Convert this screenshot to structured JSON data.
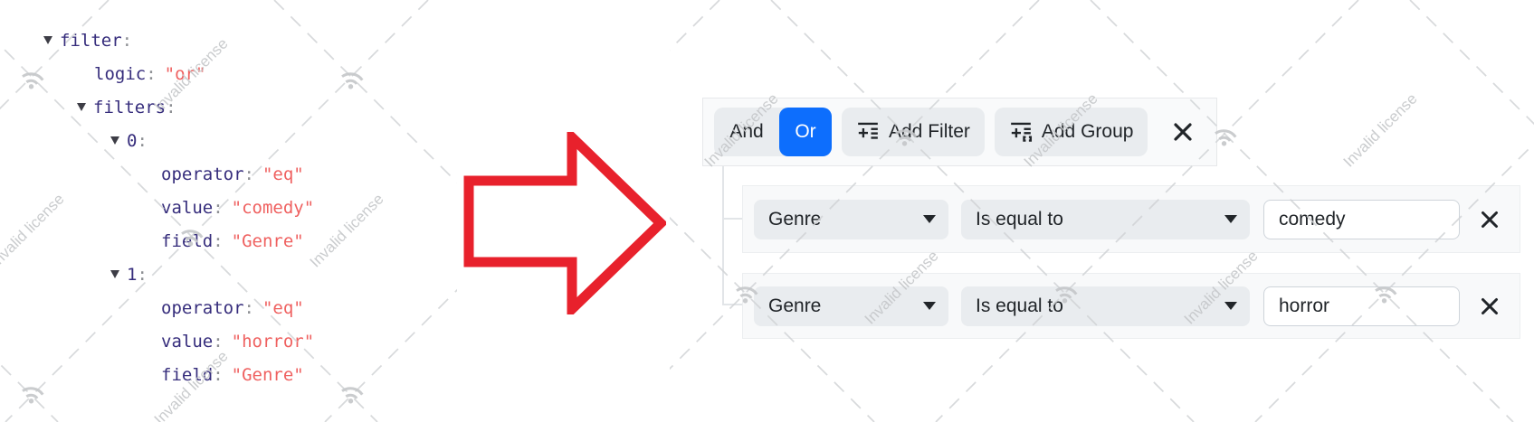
{
  "json_tree": {
    "rows": [
      {
        "indent": 0,
        "expandable": true,
        "key": "filter",
        "value": null
      },
      {
        "indent": 1,
        "expandable": false,
        "key": "logic",
        "value": "\"or\""
      },
      {
        "indent": 1,
        "expandable": true,
        "key": "filters",
        "value": null
      },
      {
        "indent": 2,
        "expandable": true,
        "key": "0",
        "value": null
      },
      {
        "indent": 3,
        "expandable": false,
        "key": "operator",
        "value": "\"eq\""
      },
      {
        "indent": 3,
        "expandable": false,
        "key": "value",
        "value": "\"comedy\""
      },
      {
        "indent": 3,
        "expandable": false,
        "key": "field",
        "value": "\"Genre\""
      },
      {
        "indent": 2,
        "expandable": true,
        "key": "1",
        "value": null
      },
      {
        "indent": 3,
        "expandable": false,
        "key": "operator",
        "value": "\"eq\""
      },
      {
        "indent": 3,
        "expandable": false,
        "key": "value",
        "value": "\"horror\""
      },
      {
        "indent": 3,
        "expandable": false,
        "key": "field",
        "value": "\"Genre\""
      }
    ]
  },
  "filter_builder": {
    "toolbar": {
      "and_label": "And",
      "or_label": "Or",
      "add_filter_label": "Add Filter",
      "add_group_label": "Add Group"
    },
    "logic_selected": "Or",
    "rows": [
      {
        "field": "Genre",
        "operator": "Is equal to",
        "value": "comedy"
      },
      {
        "field": "Genre",
        "operator": "Is equal to",
        "value": "horror"
      }
    ]
  },
  "watermark": {
    "text": "Invalid license"
  },
  "icons": {
    "toolbar": [
      "add-expression-icon",
      "add-group-icon",
      "close-icon"
    ],
    "row": [
      "caret-down-icon",
      "close-icon"
    ],
    "watermark": "rss-icon",
    "tree": "collapse-triangle-icon"
  },
  "colors": {
    "primary_blue": "#0d6efd",
    "tree_key": "#362d7c",
    "tree_value": "#ef6160",
    "arrow_red": "#e8212c",
    "watermark_gray": "#c8cacc",
    "panel_bg": "#f8f9fa",
    "control_bg": "#e9ecef",
    "text": "#212529"
  }
}
